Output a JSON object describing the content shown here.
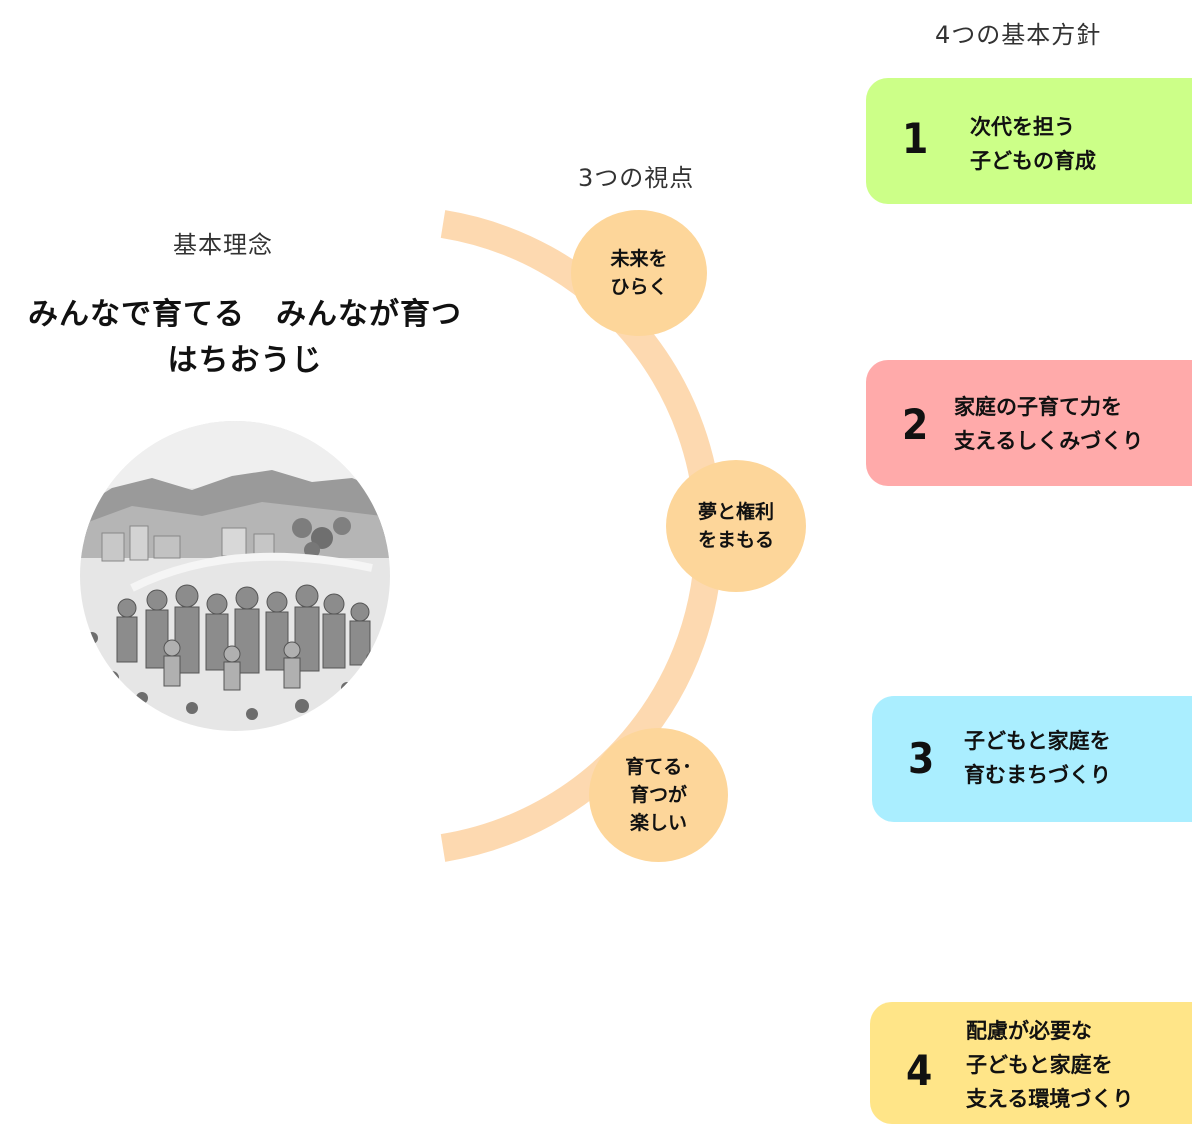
{
  "headings": {
    "philosophy": "基本理念",
    "viewpoints": "3つの視点",
    "policies": "4つの基本方針"
  },
  "philosophy": {
    "line1": "みんなで育てる　みんなが育つ",
    "line2": "はちおうじ"
  },
  "viewpoints": [
    {
      "line1": "未来を",
      "line2": "ひらく"
    },
    {
      "line1": "夢と権利",
      "line2": "をまもる"
    },
    {
      "line1": "育てる･",
      "line2": "育つが",
      "line3": "楽しい"
    }
  ],
  "policies": [
    {
      "number": "1",
      "line1": "次代を担う",
      "line2": "子どもの育成",
      "color": "#ccff88"
    },
    {
      "number": "2",
      "line1": "家庭の子育て力を",
      "line2": "支えるしくみづくり",
      "color": "#ffaaaa"
    },
    {
      "number": "3",
      "line1": "子どもと家庭を",
      "line2": "育むまちづくり",
      "color": "#aaeeff"
    },
    {
      "number": "4",
      "line1": "配慮が必要な",
      "line2": "子どもと家庭を",
      "line3": "支える環境づくり",
      "color": "#ffe588"
    }
  ],
  "colors": {
    "arc": "#fdd9b0",
    "viewpoint_circle": "#fdd69a"
  },
  "illustration": {
    "icon": "town-illustration-icon"
  }
}
